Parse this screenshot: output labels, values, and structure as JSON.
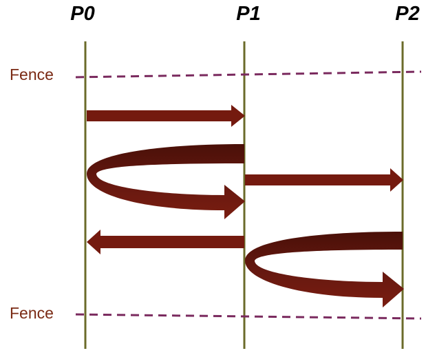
{
  "processes": [
    {
      "label": "P0"
    },
    {
      "label": "P1"
    },
    {
      "label": "P2"
    }
  ],
  "fences": [
    {
      "label": "Fence"
    },
    {
      "label": "Fence"
    }
  ],
  "arrows": [
    {
      "kind": "straight",
      "from": "P0",
      "to": "P1"
    },
    {
      "kind": "curved",
      "from": "P1",
      "to": "P1",
      "via": "P0"
    },
    {
      "kind": "straight",
      "from": "P1",
      "to": "P2"
    },
    {
      "kind": "straight",
      "from": "P1",
      "to": "P0"
    },
    {
      "kind": "curved",
      "from": "P2",
      "to": "P2",
      "via": "P1"
    }
  ],
  "colors": {
    "timeline": "#6b6b2a",
    "fence_line": "#7a2a5e",
    "fence_text": "#7a2a14",
    "arrow": "#741a0f",
    "arrow_dark": "#4f1108",
    "label": "#000000"
  }
}
